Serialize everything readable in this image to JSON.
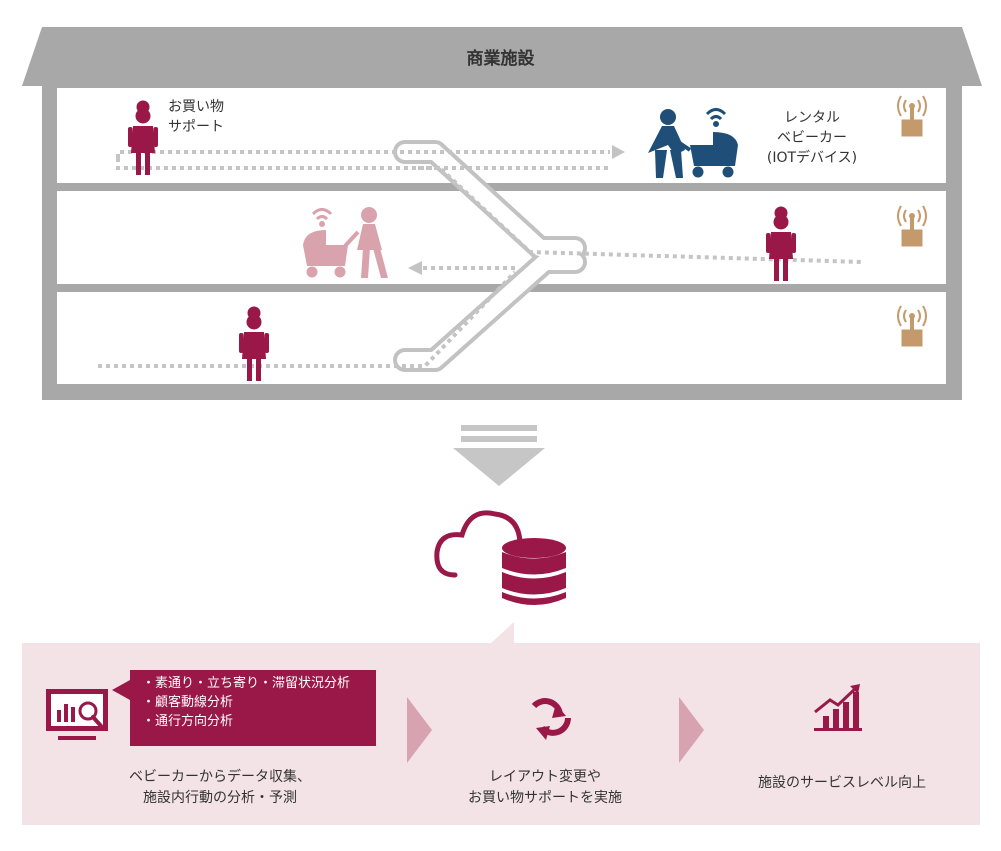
{
  "building": {
    "title": "商業施設",
    "labels": {
      "shopping_support": [
        "お買い物",
        "サポート"
      ],
      "rental_stroller": [
        "レンタル",
        "ベビーカー",
        "(IOTデバイス)"
      ]
    }
  },
  "analysis": {
    "callout_items": [
      "・素通り・立ち寄り・滞留状況分析",
      "・顧客動線分析",
      "・通行方向分析"
    ],
    "steps": [
      {
        "text": [
          "ベビーカーからデータ収集、",
          "施設内行動の分析・予測"
        ]
      },
      {
        "text": [
          "レイアウト変更や",
          "お買い物サポートを実施"
        ]
      },
      {
        "text": [
          "施設のサービスレベル向上"
        ]
      }
    ]
  },
  "colors": {
    "primary": "#9a1848",
    "blue": "#1f4e79",
    "pink_light": "#d9a3ae",
    "antenna": "#c49a6c",
    "gray": "#a8a8a8",
    "panel_bg": "#f3e3e7"
  },
  "icons": [
    "antenna-icon",
    "woman-icon",
    "stroller-icon",
    "wifi-icon",
    "cloud-icon",
    "database-icon",
    "monitor-icon",
    "refresh-icon",
    "growth-chart-icon"
  ]
}
